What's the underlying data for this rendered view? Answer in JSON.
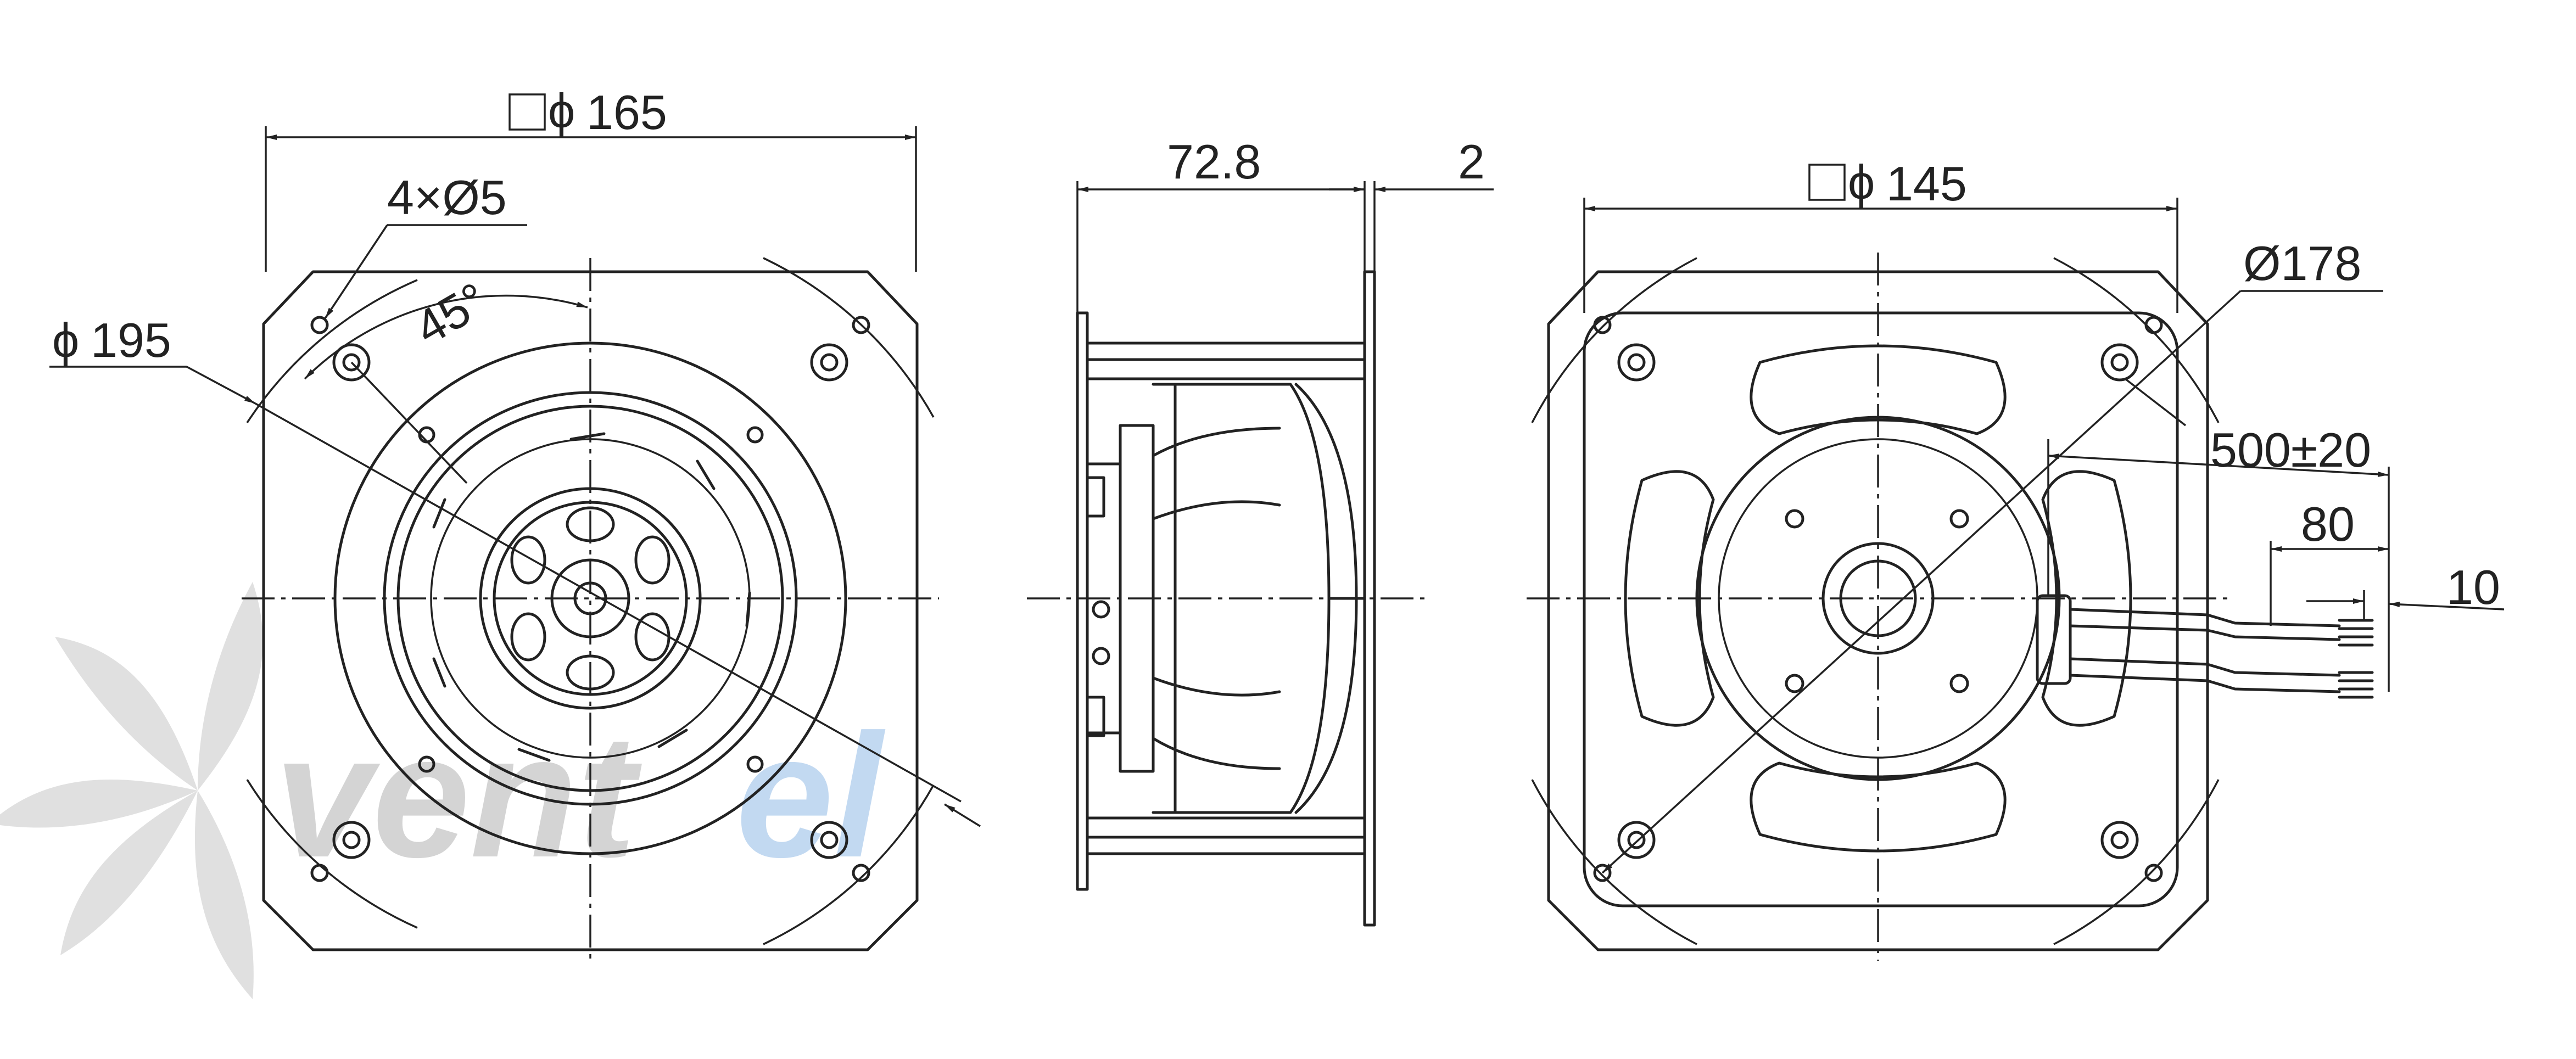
{
  "drawing": {
    "front_view": {
      "square_width": "165",
      "hole_spec": "4×Ø5",
      "angle": "45°",
      "circle_dia": "195"
    },
    "side_view": {
      "depth": "72.8",
      "flange": "2"
    },
    "rear_view": {
      "square_width": "145",
      "hole_circle": "Ø178",
      "cable_length": "500±20",
      "strip_length": "80",
      "wire_end": "10"
    }
  },
  "watermark": {
    "part1": "vent",
    "part2": "el"
  },
  "symbols": {
    "diameter": "ϕ"
  },
  "colors": {
    "line": "#222222",
    "watermark_gray": "#c2c2c2",
    "watermark_blue": "#a9c9ec"
  }
}
